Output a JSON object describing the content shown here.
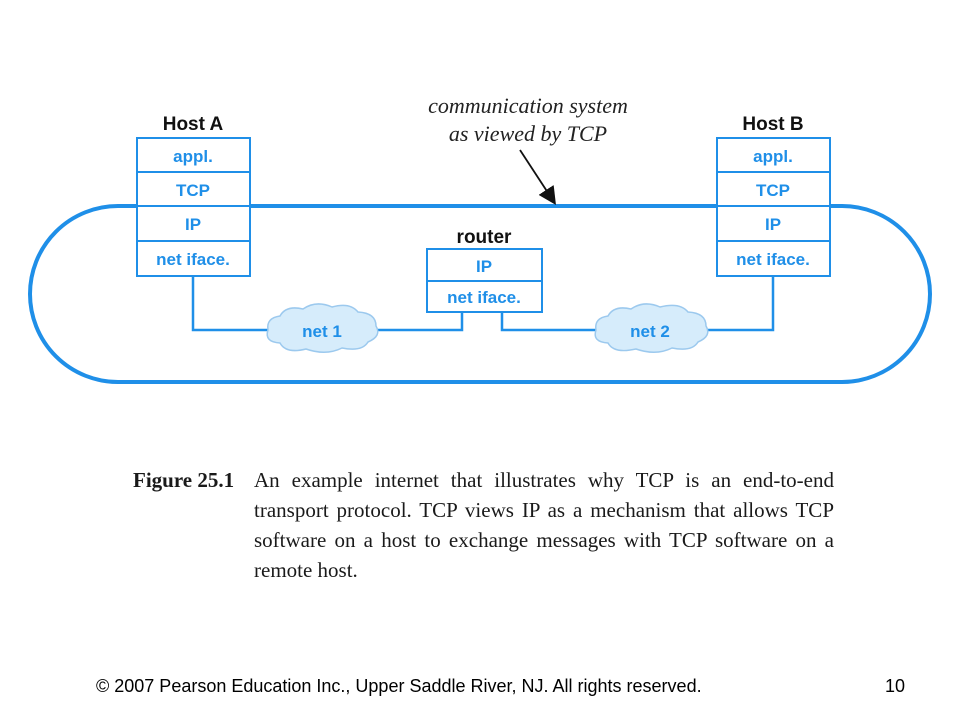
{
  "diagram": {
    "host_a": {
      "title": "Host A",
      "layers": [
        "appl.",
        "TCP",
        "IP",
        "net iface."
      ]
    },
    "host_b": {
      "title": "Host B",
      "layers": [
        "appl.",
        "TCP",
        "IP",
        "net iface."
      ]
    },
    "router": {
      "title": "router",
      "layers": [
        "IP",
        "net iface."
      ]
    },
    "networks": [
      "net 1",
      "net 2"
    ],
    "annotation": {
      "line1": "communication system",
      "line2": "as viewed by TCP"
    },
    "colors": {
      "accent": "#1f8fe8",
      "label": "#1f8fe8",
      "cloud_fill": "#d6ecfb"
    }
  },
  "caption": {
    "label": "Figure 25.1",
    "text": "An example internet that illustrates why TCP is an end-to-end transport protocol. TCP views IP as a mechanism that allows TCP software on a host to exchange messages with TCP software on a remote host."
  },
  "footer": {
    "copyright": "© 2007 Pearson Education Inc., Upper Saddle River, NJ. All rights reserved.",
    "page_number": "10"
  }
}
